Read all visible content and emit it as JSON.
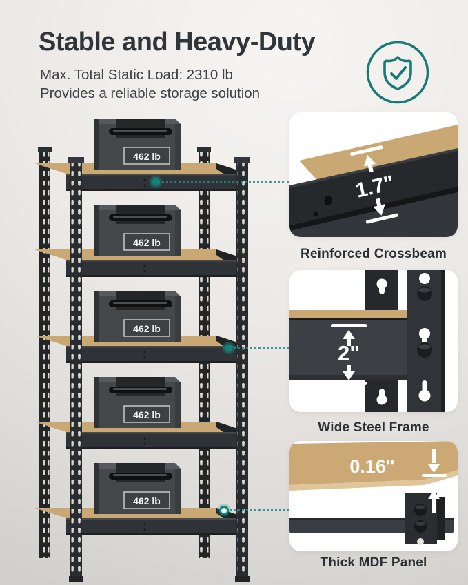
{
  "header": {
    "title": "Stable and Heavy-Duty",
    "subtitle_line1": "Max. Total Static Load: 2310 lb",
    "subtitle_line2": "Provides a reliable storage solution"
  },
  "badge": {
    "icon": "shield-check-icon"
  },
  "rack": {
    "shelf_count": 5,
    "weight_labels": [
      "462 lb",
      "462 lb",
      "462 lb",
      "462 lb",
      "462 lb"
    ]
  },
  "callouts": [
    {
      "measurement": "1.7\"",
      "caption": "Reinforced Crossbeam"
    },
    {
      "measurement": "2\"",
      "caption": "Wide Steel Frame"
    },
    {
      "measurement": "0.16\"",
      "caption": "Thick MDF Panel"
    }
  ],
  "colors": {
    "accent_teal": "#12837b",
    "mdf_tan": "#c9a873",
    "steel_dark": "#2f3236",
    "card_bg": "#ffffff",
    "title_text": "#30353a"
  }
}
